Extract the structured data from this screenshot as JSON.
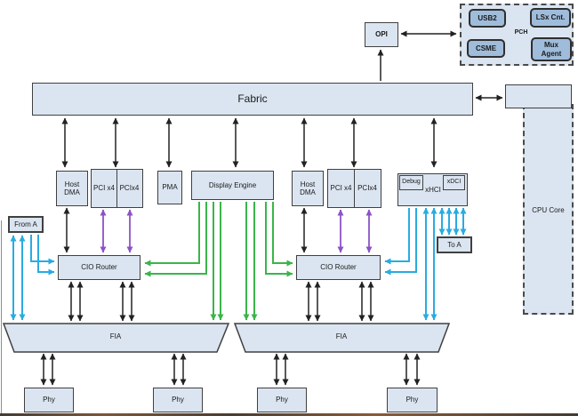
{
  "blocks": {
    "fabric": "Fabric",
    "opi": "OPI",
    "pch": "PCH",
    "usb2": "USB2",
    "lsx_cnt": "LSx Cnt.",
    "csme": "CSME",
    "mux_agent": "Mux Agent",
    "attach": "",
    "cpu_core": "CPU Core",
    "host_dma_1": "Host DMA",
    "pci_x4_1": "PCI x4",
    "pcix4_1": "PCIx4",
    "pma": "PMA",
    "display_engine": "Display Engine",
    "host_dma_2": "Host DMA",
    "pci_x4_2": "PCI x4",
    "pcix4_2": "PCIx4",
    "debug": "Debug",
    "xhci": "xHCI",
    "xdci": "xDCI",
    "from_a": "From A",
    "to_a": "To A",
    "cio_router_1": "CIO Router",
    "cio_router_2": "CIO Router",
    "fia_1": "FIA",
    "fia_2": "FIA",
    "phy_1": "Phy",
    "phy_2": "Phy",
    "phy_3": "Phy",
    "phy_4": "Phy"
  },
  "colors": {
    "blue": "#29abe2",
    "green": "#3ab54a",
    "purple": "#8c52c7",
    "arrow": "#222222",
    "box_fill": "#dbe5f1",
    "box_fill_dark": "#9fbcdb",
    "border": "#404040"
  }
}
